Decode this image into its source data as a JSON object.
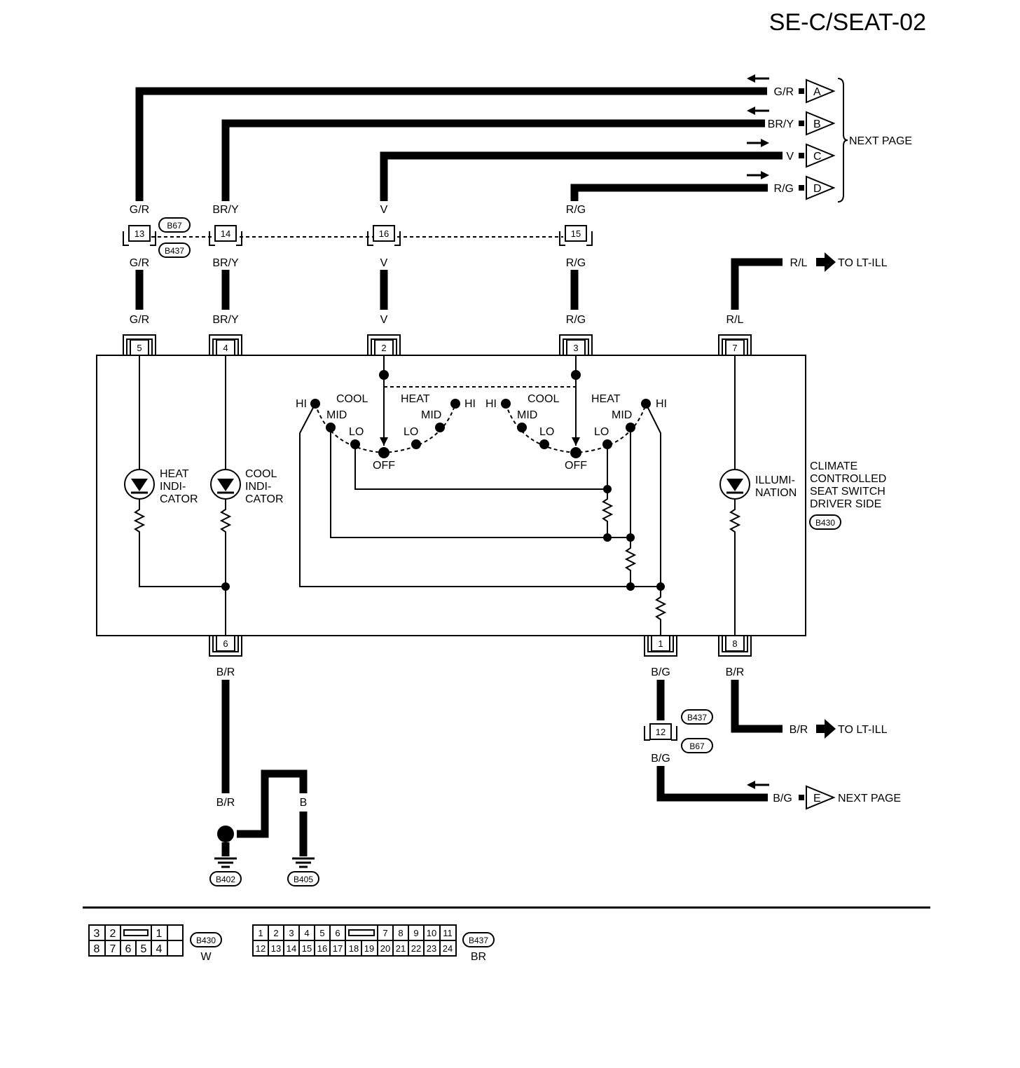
{
  "page_code": "SE-C/SEAT-02",
  "next_page_label": "NEXT PAGE",
  "to_lt_ill": "TO LT-ILL",
  "component": {
    "name_lines": [
      "CLIMATE",
      "CONTROLLED",
      "SEAT SWITCH",
      "DRIVER SIDE"
    ],
    "connector": "B430"
  },
  "heat_indicator": [
    "HEAT",
    "INDI-",
    "CATOR"
  ],
  "cool_indicator": [
    "COOL",
    "INDI-",
    "CATOR"
  ],
  "illumination": [
    "ILLUMI-",
    "NATION"
  ],
  "switch_left": {
    "hi": "HI",
    "mid": "MID",
    "lo": "LO",
    "cool": "COOL",
    "heat": "HEAT",
    "off": "OFF",
    "lo2": "LO",
    "mid2": "MID",
    "hi2": "HI"
  },
  "switch_right": {
    "hi": "HI",
    "mid": "MID",
    "lo": "LO",
    "cool": "COOL",
    "heat": "HEAT",
    "off": "OFF",
    "lo2": "LO",
    "mid2": "MID",
    "hi2": "HI"
  },
  "arrow_wires": [
    {
      "color": "G/R",
      "tag": "A"
    },
    {
      "color": "BR/Y",
      "tag": "B"
    },
    {
      "color": "V",
      "tag": "C"
    },
    {
      "color": "R/G",
      "tag": "D"
    }
  ],
  "joint_connectors": {
    "top": "B67",
    "bottom": "B437"
  },
  "joint_terminals": [
    "13",
    "14",
    "16",
    "15"
  ],
  "wire_colors": {
    "c1": "G/R",
    "c2": "BR/Y",
    "c3": "V",
    "c4": "R/G",
    "c5": "R/L"
  },
  "switch_terminals_top": [
    "5",
    "4",
    "2",
    "3",
    "7"
  ],
  "switch_terminals_bottom": [
    "6",
    "1",
    "8"
  ],
  "bottom_wires": {
    "t6": "B/R",
    "t1": "B/G",
    "t8": "B/R",
    "ground_b": "B",
    "joint12": "12",
    "joint12_top_conn": "B437",
    "joint12_bottom_conn": "B67",
    "next_tag": "E"
  },
  "grounds": [
    "B402",
    "B405"
  ],
  "connector_views": [
    {
      "id": "B430",
      "color_code": "W",
      "top_row": [
        "3",
        "2",
        "",
        "1",
        ""
      ],
      "bottom_row": [
        "8",
        "7",
        "6",
        "5",
        "4",
        ""
      ]
    },
    {
      "id": "B437",
      "color_code": "BR",
      "top_row": [
        "1",
        "2",
        "3",
        "4",
        "5",
        "6",
        "",
        "7",
        "8",
        "9",
        "10",
        "11"
      ],
      "bottom_row": [
        "12",
        "13",
        "14",
        "15",
        "16",
        "17",
        "18",
        "19",
        "20",
        "21",
        "22",
        "23",
        "24"
      ]
    }
  ]
}
